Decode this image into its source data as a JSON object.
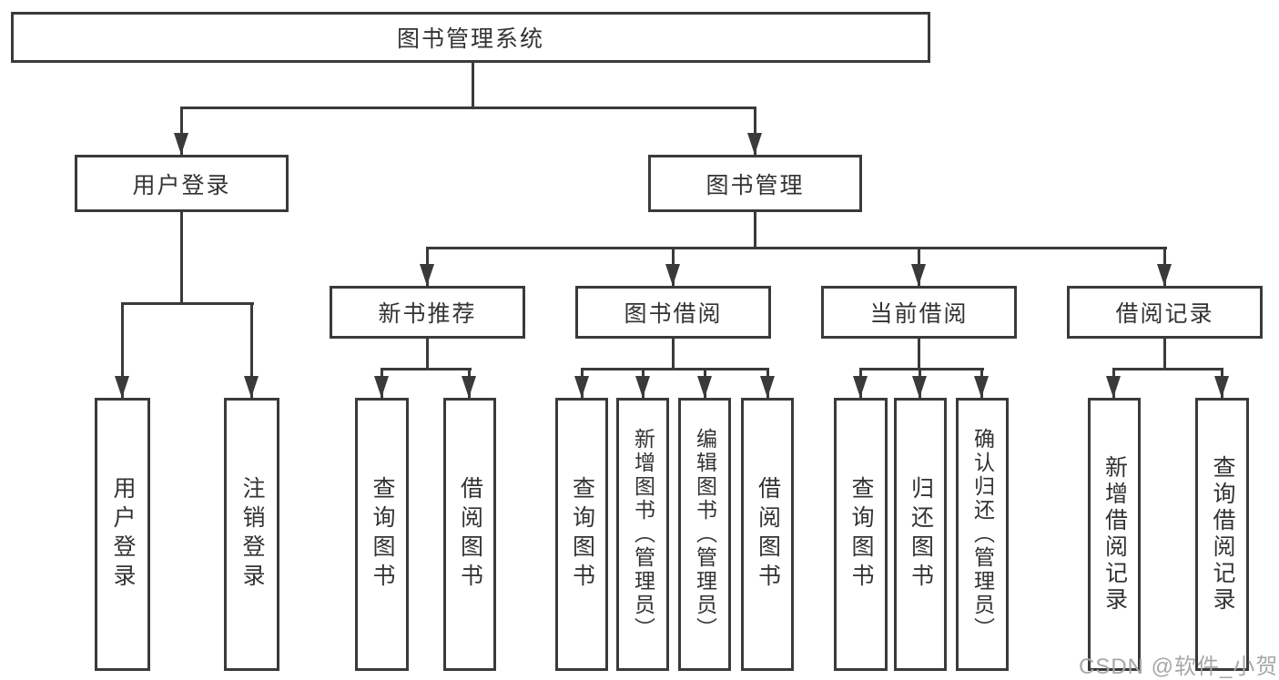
{
  "diagram": {
    "title": "图书管理系统",
    "tree": {
      "label": "图书管理系统",
      "children": [
        {
          "label": "用户登录",
          "children": [
            {
              "label": "用户登录"
            },
            {
              "label": "注销登录"
            }
          ]
        },
        {
          "label": "图书管理",
          "children": [
            {
              "label": "新书推荐",
              "children": [
                {
                  "label": "查询图书"
                },
                {
                  "label": "借阅图书"
                }
              ]
            },
            {
              "label": "图书借阅",
              "children": [
                {
                  "label": "查询图书"
                },
                {
                  "label": "新增图书（管理员）"
                },
                {
                  "label": "编辑图书（管理员）"
                },
                {
                  "label": "借阅图书"
                }
              ]
            },
            {
              "label": "当前借阅",
              "children": [
                {
                  "label": "查询图书"
                },
                {
                  "label": "归还图书"
                },
                {
                  "label": "确认归还（管理员）"
                }
              ]
            },
            {
              "label": "借阅记录",
              "children": [
                {
                  "label": "新增借阅记录"
                },
                {
                  "label": "查询借阅记录"
                }
              ]
            }
          ]
        }
      ]
    },
    "colors": {
      "line": "#3a3a3a",
      "box_border": "#3a3a3a",
      "text": "#333333",
      "background": "#ffffff",
      "watermark": "#a8a8a8"
    }
  },
  "watermark": {
    "text": "CSDN @软件_小贺同学"
  }
}
